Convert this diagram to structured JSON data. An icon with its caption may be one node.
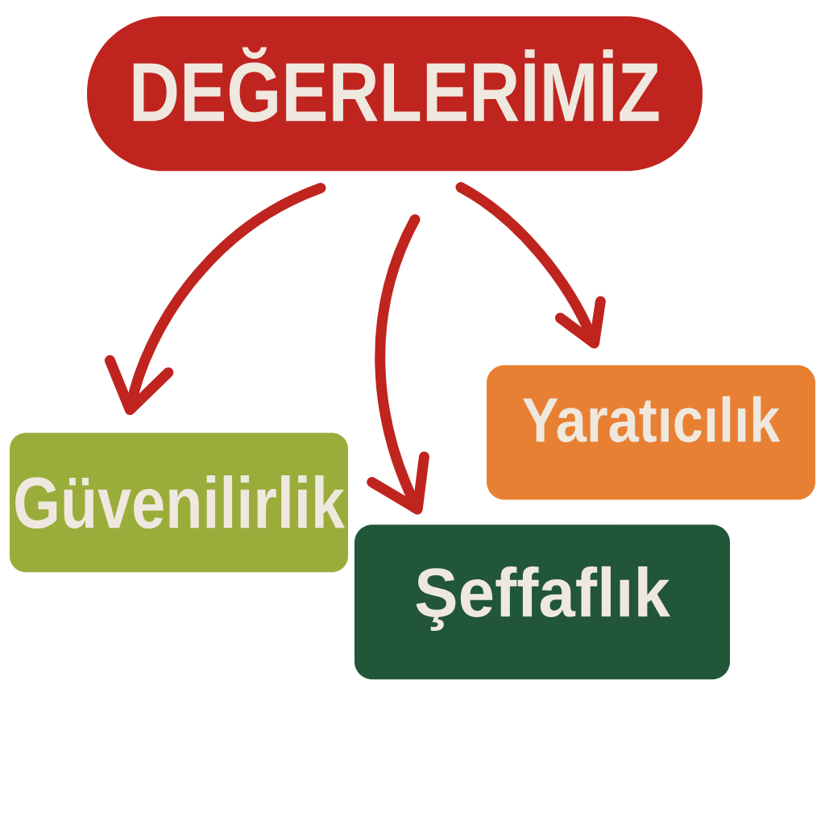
{
  "diagram": {
    "nodes": [
      {
        "text": [
          "DEĞERLERİMİZ"
        ]
      },
      {
        "text": [
          "Güvenilirlik"
        ]
      },
      {
        "text": [
          "Şeffaflık"
        ]
      },
      {
        "text": [
          "Yaratıcılık"
        ]
      }
    ],
    "edges": [
      {
        "from": 0,
        "to": 1,
        "arrow": "to"
      },
      {
        "from": 0,
        "to": 2,
        "arrow": "to"
      },
      {
        "from": 0,
        "to": 3,
        "arrow": "to"
      }
    ]
  }
}
